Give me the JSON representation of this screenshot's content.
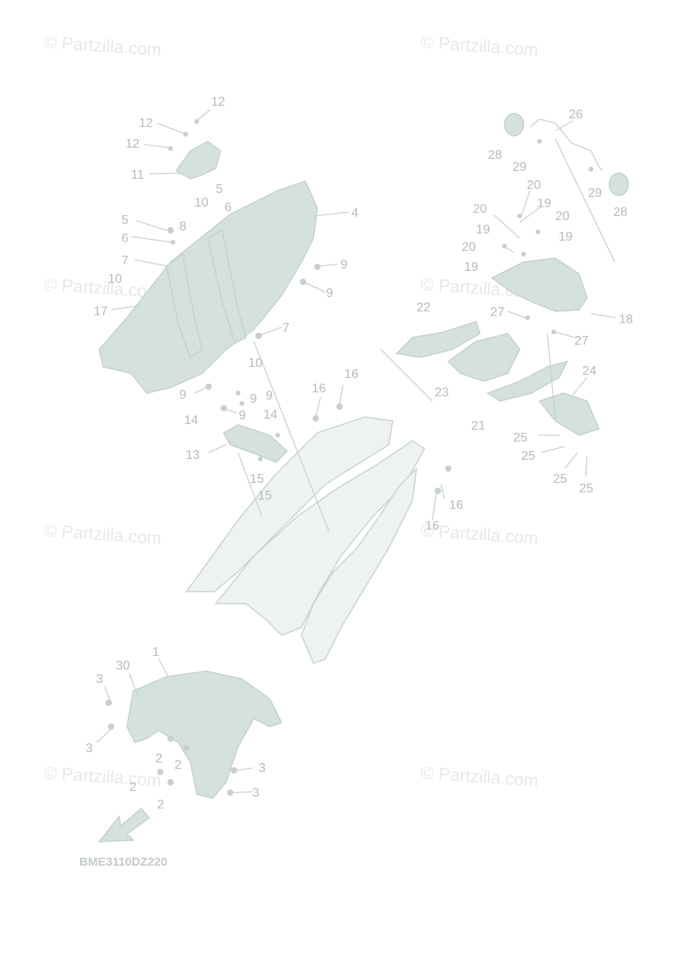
{
  "watermark": "© Partzilla.com",
  "diagram_code": "BME3110DZ220",
  "callouts": [
    {
      "id": "c12a",
      "text": "12"
    },
    {
      "id": "c12b",
      "text": "12"
    },
    {
      "id": "c12c",
      "text": "12"
    },
    {
      "id": "c11",
      "text": "11"
    },
    {
      "id": "c10a",
      "text": "10"
    },
    {
      "id": "c5a",
      "text": "5"
    },
    {
      "id": "c6a",
      "text": "6"
    },
    {
      "id": "c4",
      "text": "4"
    },
    {
      "id": "c5b",
      "text": "5"
    },
    {
      "id": "c8",
      "text": "8"
    },
    {
      "id": "c6b",
      "text": "6"
    },
    {
      "id": "c7a",
      "text": "7"
    },
    {
      "id": "c9a",
      "text": "9"
    },
    {
      "id": "c10b",
      "text": "10"
    },
    {
      "id": "c9b",
      "text": "9"
    },
    {
      "id": "c17",
      "text": "17"
    },
    {
      "id": "c7b",
      "text": "7"
    },
    {
      "id": "c10c",
      "text": "10"
    },
    {
      "id": "c9c",
      "text": "9"
    },
    {
      "id": "c9d",
      "text": "9"
    },
    {
      "id": "c9e",
      "text": "9"
    },
    {
      "id": "c9f",
      "text": "9"
    },
    {
      "id": "c16a",
      "text": "16"
    },
    {
      "id": "c16b",
      "text": "16"
    },
    {
      "id": "c14a",
      "text": "14"
    },
    {
      "id": "c14b",
      "text": "14"
    },
    {
      "id": "c13",
      "text": "13"
    },
    {
      "id": "c15a",
      "text": "15"
    },
    {
      "id": "c15b",
      "text": "15"
    },
    {
      "id": "c16c",
      "text": "16"
    },
    {
      "id": "c16d",
      "text": "16"
    },
    {
      "id": "c26",
      "text": "26"
    },
    {
      "id": "c28a",
      "text": "28"
    },
    {
      "id": "c29a",
      "text": "29"
    },
    {
      "id": "c29b",
      "text": "29"
    },
    {
      "id": "c28b",
      "text": "28"
    },
    {
      "id": "c20a",
      "text": "20"
    },
    {
      "id": "c19a",
      "text": "19"
    },
    {
      "id": "c20b",
      "text": "20"
    },
    {
      "id": "c20c",
      "text": "20"
    },
    {
      "id": "c19b",
      "text": "19"
    },
    {
      "id": "c19c",
      "text": "19"
    },
    {
      "id": "c20d",
      "text": "20"
    },
    {
      "id": "c19d",
      "text": "19"
    },
    {
      "id": "c22",
      "text": "22"
    },
    {
      "id": "c27a",
      "text": "27"
    },
    {
      "id": "c18",
      "text": "18"
    },
    {
      "id": "c27b",
      "text": "27"
    },
    {
      "id": "c24",
      "text": "24"
    },
    {
      "id": "c23",
      "text": "23"
    },
    {
      "id": "c21",
      "text": "21"
    },
    {
      "id": "c25a",
      "text": "25"
    },
    {
      "id": "c25b",
      "text": "25"
    },
    {
      "id": "c25c",
      "text": "25"
    },
    {
      "id": "c25d",
      "text": "25"
    },
    {
      "id": "c1",
      "text": "1"
    },
    {
      "id": "c30",
      "text": "30"
    },
    {
      "id": "c3a",
      "text": "3"
    },
    {
      "id": "c3b",
      "text": "3"
    },
    {
      "id": "c2a",
      "text": "2"
    },
    {
      "id": "c2b",
      "text": "2"
    },
    {
      "id": "c3c",
      "text": "3"
    },
    {
      "id": "c2c",
      "text": "2"
    },
    {
      "id": "c3d",
      "text": "3"
    },
    {
      "id": "c2d",
      "text": "2"
    }
  ]
}
